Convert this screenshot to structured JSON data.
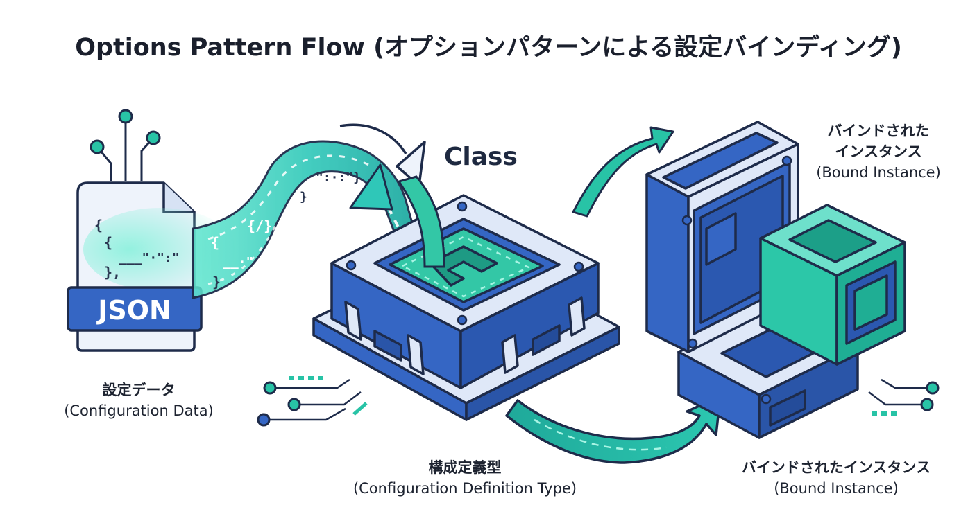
{
  "title": "Options Pattern Flow (オプションパターンによる設定バインディング)",
  "json_file": {
    "badge": "JSON",
    "code_lines": [
      "{",
      "{",
      "___\"·\":\"",
      "},"
    ]
  },
  "stream_code": {
    "pair": "\":·:\"}",
    "close1": "}",
    "slash": "{/}",
    "brace": "{",
    "kv": "__·\"",
    "close2": "}"
  },
  "class_label": "Class",
  "labels": {
    "config_data": {
      "ja": "設定データ",
      "en": "(Configuration Data)"
    },
    "definition_type": {
      "ja": "構成定義型",
      "en": "(Configuration Definition Type)"
    },
    "bound_instance_top": {
      "ja_line1": "バインドされた",
      "ja_line2": "インスタンス",
      "en": "(Bound Instance)"
    },
    "bound_instance_bottom": {
      "ja": "バインドされたインスタンス",
      "en": "(Bound Instance)"
    }
  },
  "colors": {
    "blue": "#3566c4",
    "blue_dark": "#1f3f86",
    "blue_light": "#dfe8f8",
    "teal": "#28c3a6",
    "teal_dark": "#1a9c86",
    "outline": "#1e2b4a"
  }
}
